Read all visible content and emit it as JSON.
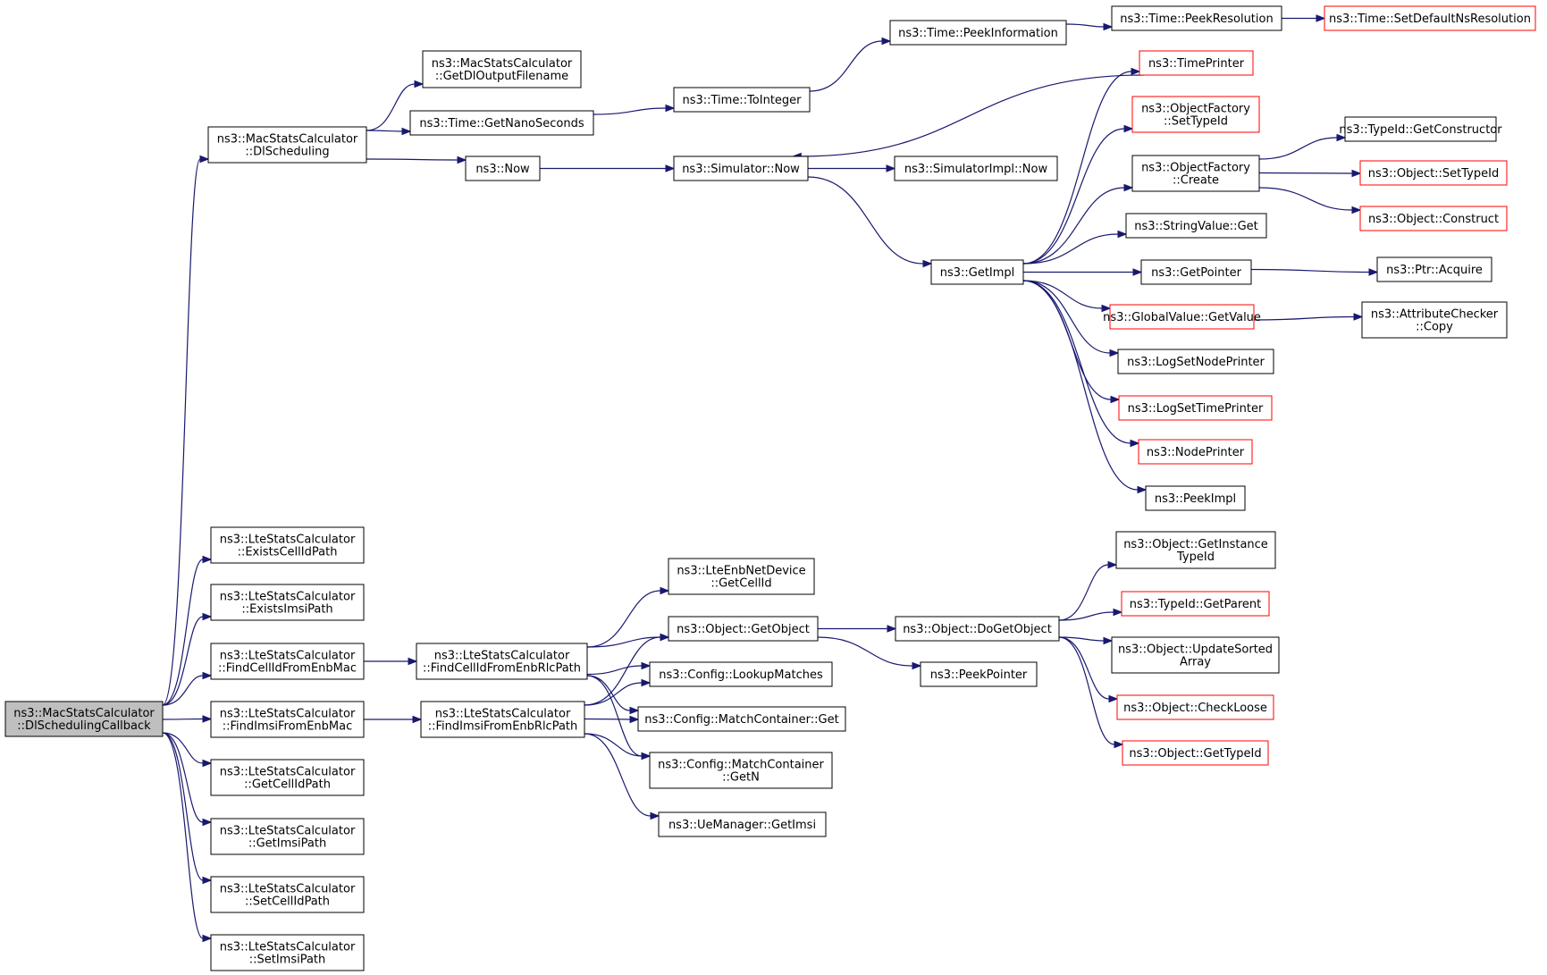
{
  "diagram": {
    "nodes": [
      {
        "id": "root",
        "lines": [
          "ns3::MacStatsCalculator",
          "::DlSchedulingCallback"
        ],
        "variant": "root"
      },
      {
        "id": "dlsched",
        "lines": [
          "ns3::MacStatsCalculator",
          "::DlScheduling"
        ],
        "variant": "normal"
      },
      {
        "id": "getdlout",
        "lines": [
          "ns3::MacStatsCalculator",
          "::GetDlOutputFilename"
        ],
        "variant": "normal"
      },
      {
        "id": "getnano",
        "lines": [
          "ns3::Time::GetNanoSeconds"
        ],
        "variant": "normal"
      },
      {
        "id": "now",
        "lines": [
          "ns3::Now"
        ],
        "variant": "normal"
      },
      {
        "id": "tointeger",
        "lines": [
          "ns3::Time::ToInteger"
        ],
        "variant": "normal"
      },
      {
        "id": "peekinfo",
        "lines": [
          "ns3::Time::PeekInformation"
        ],
        "variant": "normal"
      },
      {
        "id": "peekres",
        "lines": [
          "ns3::Time::PeekResolution"
        ],
        "variant": "normal"
      },
      {
        "id": "setdefns",
        "lines": [
          "ns3::Time::SetDefaultNsResolution"
        ],
        "variant": "red"
      },
      {
        "id": "simnow",
        "lines": [
          "ns3::Simulator::Now"
        ],
        "variant": "normal"
      },
      {
        "id": "simimplnow",
        "lines": [
          "ns3::SimulatorImpl::Now"
        ],
        "variant": "normal"
      },
      {
        "id": "getimpl",
        "lines": [
          "ns3::GetImpl"
        ],
        "variant": "normal"
      },
      {
        "id": "timeprinter",
        "lines": [
          "ns3::TimePrinter"
        ],
        "variant": "red"
      },
      {
        "id": "ofsettypeid",
        "lines": [
          "ns3::ObjectFactory",
          "::SetTypeId"
        ],
        "variant": "red"
      },
      {
        "id": "ofcreate",
        "lines": [
          "ns3::ObjectFactory",
          "::Create"
        ],
        "variant": "normal"
      },
      {
        "id": "typeidgetctor",
        "lines": [
          "ns3::TypeId::GetConstructor"
        ],
        "variant": "normal"
      },
      {
        "id": "objsettypeid",
        "lines": [
          "ns3::Object::SetTypeId"
        ],
        "variant": "red"
      },
      {
        "id": "objconstruct",
        "lines": [
          "ns3::Object::Construct"
        ],
        "variant": "red"
      },
      {
        "id": "strvalget",
        "lines": [
          "ns3::StringValue::Get"
        ],
        "variant": "normal"
      },
      {
        "id": "getpointer",
        "lines": [
          "ns3::GetPointer"
        ],
        "variant": "normal"
      },
      {
        "id": "ptracquire",
        "lines": [
          "ns3::Ptr::Acquire"
        ],
        "variant": "normal"
      },
      {
        "id": "gvgetvalue",
        "lines": [
          "ns3::GlobalValue::GetValue"
        ],
        "variant": "red"
      },
      {
        "id": "attrcheckcopy",
        "lines": [
          "ns3::AttributeChecker",
          "::Copy"
        ],
        "variant": "normal"
      },
      {
        "id": "logsetnode",
        "lines": [
          "ns3::LogSetNodePrinter"
        ],
        "variant": "normal"
      },
      {
        "id": "logsettime",
        "lines": [
          "ns3::LogSetTimePrinter"
        ],
        "variant": "red"
      },
      {
        "id": "nodeprinter",
        "lines": [
          "ns3::NodePrinter"
        ],
        "variant": "red"
      },
      {
        "id": "peekimpl",
        "lines": [
          "ns3::PeekImpl"
        ],
        "variant": "normal"
      },
      {
        "id": "existscell",
        "lines": [
          "ns3::LteStatsCalculator",
          "::ExistsCellIdPath"
        ],
        "variant": "normal"
      },
      {
        "id": "existsimsi",
        "lines": [
          "ns3::LteStatsCalculator",
          "::ExistsImsiPath"
        ],
        "variant": "normal"
      },
      {
        "id": "findcellmac",
        "lines": [
          "ns3::LteStatsCalculator",
          "::FindCellIdFromEnbMac"
        ],
        "variant": "normal"
      },
      {
        "id": "findimsimac",
        "lines": [
          "ns3::LteStatsCalculator",
          "::FindImsiFromEnbMac"
        ],
        "variant": "normal"
      },
      {
        "id": "getcellpath",
        "lines": [
          "ns3::LteStatsCalculator",
          "::GetCellIdPath"
        ],
        "variant": "normal"
      },
      {
        "id": "getimsipath",
        "lines": [
          "ns3::LteStatsCalculator",
          "::GetImsiPath"
        ],
        "variant": "normal"
      },
      {
        "id": "setcellpath",
        "lines": [
          "ns3::LteStatsCalculator",
          "::SetCellIdPath"
        ],
        "variant": "normal"
      },
      {
        "id": "setimsipath",
        "lines": [
          "ns3::LteStatsCalculator",
          "::SetImsiPath"
        ],
        "variant": "normal"
      },
      {
        "id": "findcellrlc",
        "lines": [
          "ns3::LteStatsCalculator",
          "::FindCellIdFromEnbRlcPath"
        ],
        "variant": "normal"
      },
      {
        "id": "findimsirlc",
        "lines": [
          "ns3::LteStatsCalculator",
          "::FindImsiFromEnbRlcPath"
        ],
        "variant": "normal"
      },
      {
        "id": "enbgetcell",
        "lines": [
          "ns3::LteEnbNetDevice",
          "::GetCellId"
        ],
        "variant": "normal"
      },
      {
        "id": "objgetobj",
        "lines": [
          "ns3::Object::GetObject"
        ],
        "variant": "normal"
      },
      {
        "id": "lookupmatches",
        "lines": [
          "ns3::Config::LookupMatches"
        ],
        "variant": "normal"
      },
      {
        "id": "mcget",
        "lines": [
          "ns3::Config::MatchContainer::Get"
        ],
        "variant": "normal"
      },
      {
        "id": "mcgetn",
        "lines": [
          "ns3::Config::MatchContainer",
          "::GetN"
        ],
        "variant": "normal"
      },
      {
        "id": "uemgetimsi",
        "lines": [
          "ns3::UeManager::GetImsi"
        ],
        "variant": "normal"
      },
      {
        "id": "dogetobj",
        "lines": [
          "ns3::Object::DoGetObject"
        ],
        "variant": "normal"
      },
      {
        "id": "peekpointer",
        "lines": [
          "ns3::PeekPointer"
        ],
        "variant": "normal"
      },
      {
        "id": "getinsttype",
        "lines": [
          "ns3::Object::GetInstance",
          "TypeId"
        ],
        "variant": "normal"
      },
      {
        "id": "typeidparent",
        "lines": [
          "ns3::TypeId::GetParent"
        ],
        "variant": "red"
      },
      {
        "id": "updsorted",
        "lines": [
          "ns3::Object::UpdateSorted",
          "Array"
        ],
        "variant": "normal"
      },
      {
        "id": "checkloose",
        "lines": [
          "ns3::Object::CheckLoose"
        ],
        "variant": "red"
      },
      {
        "id": "objgettypeid",
        "lines": [
          "ns3::Object::GetTypeId"
        ],
        "variant": "red"
      }
    ],
    "edges": [
      [
        "root",
        "dlsched"
      ],
      [
        "root",
        "existscell"
      ],
      [
        "root",
        "existsimsi"
      ],
      [
        "root",
        "findcellmac"
      ],
      [
        "root",
        "findimsimac"
      ],
      [
        "root",
        "getcellpath"
      ],
      [
        "root",
        "getimsipath"
      ],
      [
        "root",
        "setcellpath"
      ],
      [
        "root",
        "setimsipath"
      ],
      [
        "dlsched",
        "getdlout"
      ],
      [
        "dlsched",
        "getnano"
      ],
      [
        "dlsched",
        "now"
      ],
      [
        "getnano",
        "tointeger"
      ],
      [
        "tointeger",
        "peekinfo"
      ],
      [
        "peekinfo",
        "peekres"
      ],
      [
        "peekres",
        "setdefns"
      ],
      [
        "now",
        "simnow"
      ],
      [
        "simnow",
        "simimplnow"
      ],
      [
        "simnow",
        "getimpl"
      ],
      [
        "timeprinter",
        "simnow"
      ],
      [
        "getimpl",
        "timeprinter"
      ],
      [
        "getimpl",
        "ofsettypeid"
      ],
      [
        "getimpl",
        "ofcreate"
      ],
      [
        "getimpl",
        "strvalget"
      ],
      [
        "getimpl",
        "getpointer"
      ],
      [
        "getimpl",
        "gvgetvalue"
      ],
      [
        "getimpl",
        "logsetnode"
      ],
      [
        "getimpl",
        "logsettime"
      ],
      [
        "getimpl",
        "nodeprinter"
      ],
      [
        "getimpl",
        "peekimpl"
      ],
      [
        "ofcreate",
        "typeidgetctor"
      ],
      [
        "ofcreate",
        "objsettypeid"
      ],
      [
        "ofcreate",
        "objconstruct"
      ],
      [
        "getpointer",
        "ptracquire"
      ],
      [
        "gvgetvalue",
        "attrcheckcopy"
      ],
      [
        "findcellmac",
        "findcellrlc"
      ],
      [
        "findimsimac",
        "findimsirlc"
      ],
      [
        "findcellrlc",
        "enbgetcell"
      ],
      [
        "findcellrlc",
        "objgetobj"
      ],
      [
        "findcellrlc",
        "lookupmatches"
      ],
      [
        "findcellrlc",
        "mcget"
      ],
      [
        "findcellrlc",
        "mcgetn"
      ],
      [
        "findimsirlc",
        "objgetobj"
      ],
      [
        "findimsirlc",
        "lookupmatches"
      ],
      [
        "findimsirlc",
        "mcget"
      ],
      [
        "findimsirlc",
        "mcgetn"
      ],
      [
        "findimsirlc",
        "uemgetimsi"
      ],
      [
        "objgetobj",
        "dogetobj"
      ],
      [
        "objgetobj",
        "peekpointer"
      ],
      [
        "dogetobj",
        "getinsttype"
      ],
      [
        "dogetobj",
        "typeidparent"
      ],
      [
        "dogetobj",
        "updsorted"
      ],
      [
        "dogetobj",
        "checkloose"
      ],
      [
        "dogetobj",
        "objgettypeid"
      ]
    ]
  }
}
